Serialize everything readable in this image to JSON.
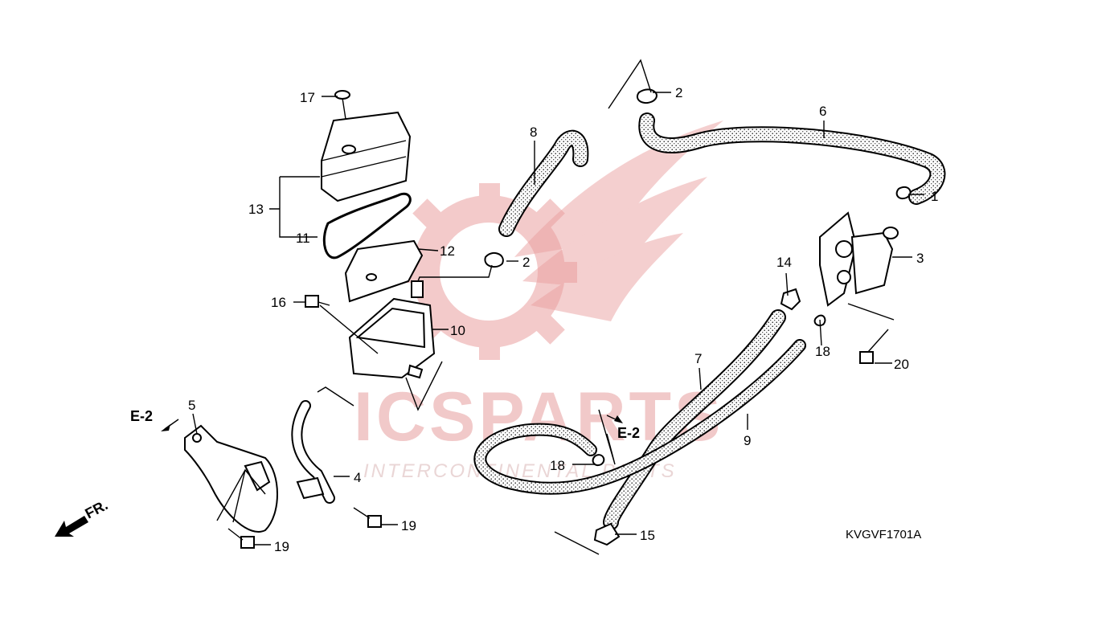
{
  "diagram": {
    "drawing_code": "KVGVF1701A",
    "watermark": {
      "brand_big": "ICSPARTS",
      "brand_small": "INTERCONTINENTAL          PARTS"
    },
    "references": {
      "e2_left": "E-2",
      "e2_mid": "E-2",
      "front": "FR."
    },
    "callouts": {
      "c1": "1",
      "c2a": "2",
      "c2b": "2",
      "c3": "3",
      "c4": "4",
      "c5": "5",
      "c6": "6",
      "c7": "7",
      "c8": "8",
      "c9": "9",
      "c10": "10",
      "c11": "11",
      "c12": "12",
      "c13": "13",
      "c14": "14",
      "c15": "15",
      "c16": "16",
      "c17": "17",
      "c18a": "18",
      "c18b": "18",
      "c19a": "19",
      "c19b": "19",
      "c20": "20"
    }
  }
}
